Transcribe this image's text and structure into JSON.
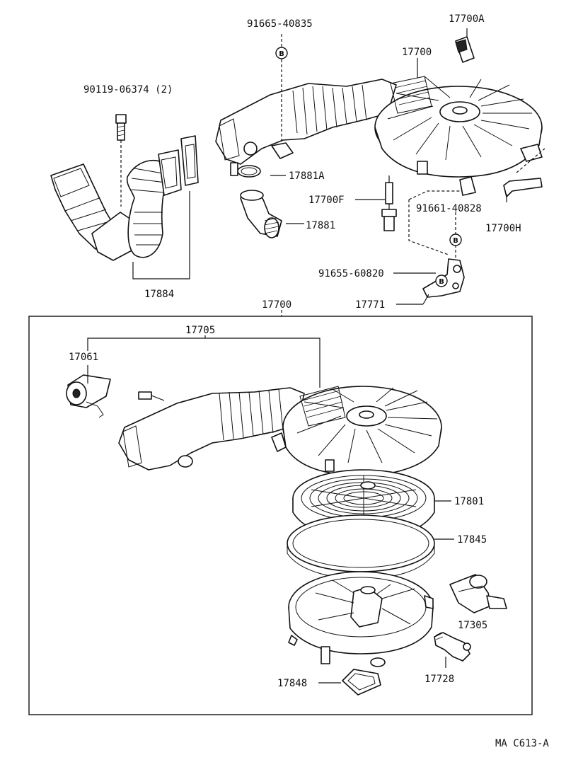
{
  "labels": {
    "p_91665_40835": "91665-40835",
    "p_17700A": "17700A",
    "p_17700_top": "17700",
    "p_90119_06374": "90119-06374 (2)",
    "p_17881A": "17881A",
    "p_17700F": "17700F",
    "p_91661_40828": "91661-40828",
    "p_17881": "17881",
    "p_17700H": "17700H",
    "p_91655_60820": "91655-60820",
    "p_17884": "17884",
    "p_17771": "17771",
    "p_17700_box": "17700",
    "p_17705": "17705",
    "p_17061": "17061",
    "p_17801": "17801",
    "p_17845": "17845",
    "p_17305": "17305",
    "p_17728": "17728",
    "p_17848": "17848"
  },
  "markers": {
    "m1": "B",
    "m2": "B",
    "m3": "B"
  },
  "footer": {
    "code": "MA C613-A"
  }
}
